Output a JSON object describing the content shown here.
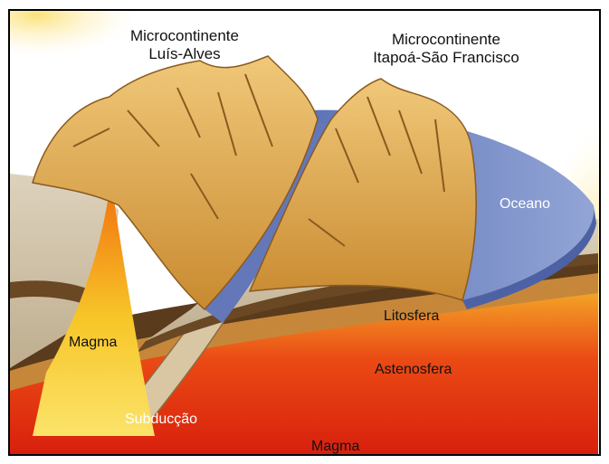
{
  "labels": {
    "micro1_line1": "Microcontinente",
    "micro1_line2": "Luís-Alves",
    "micro2_line1": "Microcontinente",
    "micro2_line2": "Itapoá-São Francisco",
    "oceano": "Oceano",
    "litosfera": "Litosfera",
    "magma_left": "Magma",
    "astenosfera": "Astenosfera",
    "subduccao": "Subducção",
    "magma_bottom": "Magma"
  },
  "colors": {
    "border": "#000000",
    "ocean": "#7f93cc",
    "mountain": "#d9a44a",
    "crust": "#c9bba0",
    "lithosphere_band": "#5a3b1c",
    "magma": "#e23b12",
    "magma_glow": "#f7c428"
  }
}
